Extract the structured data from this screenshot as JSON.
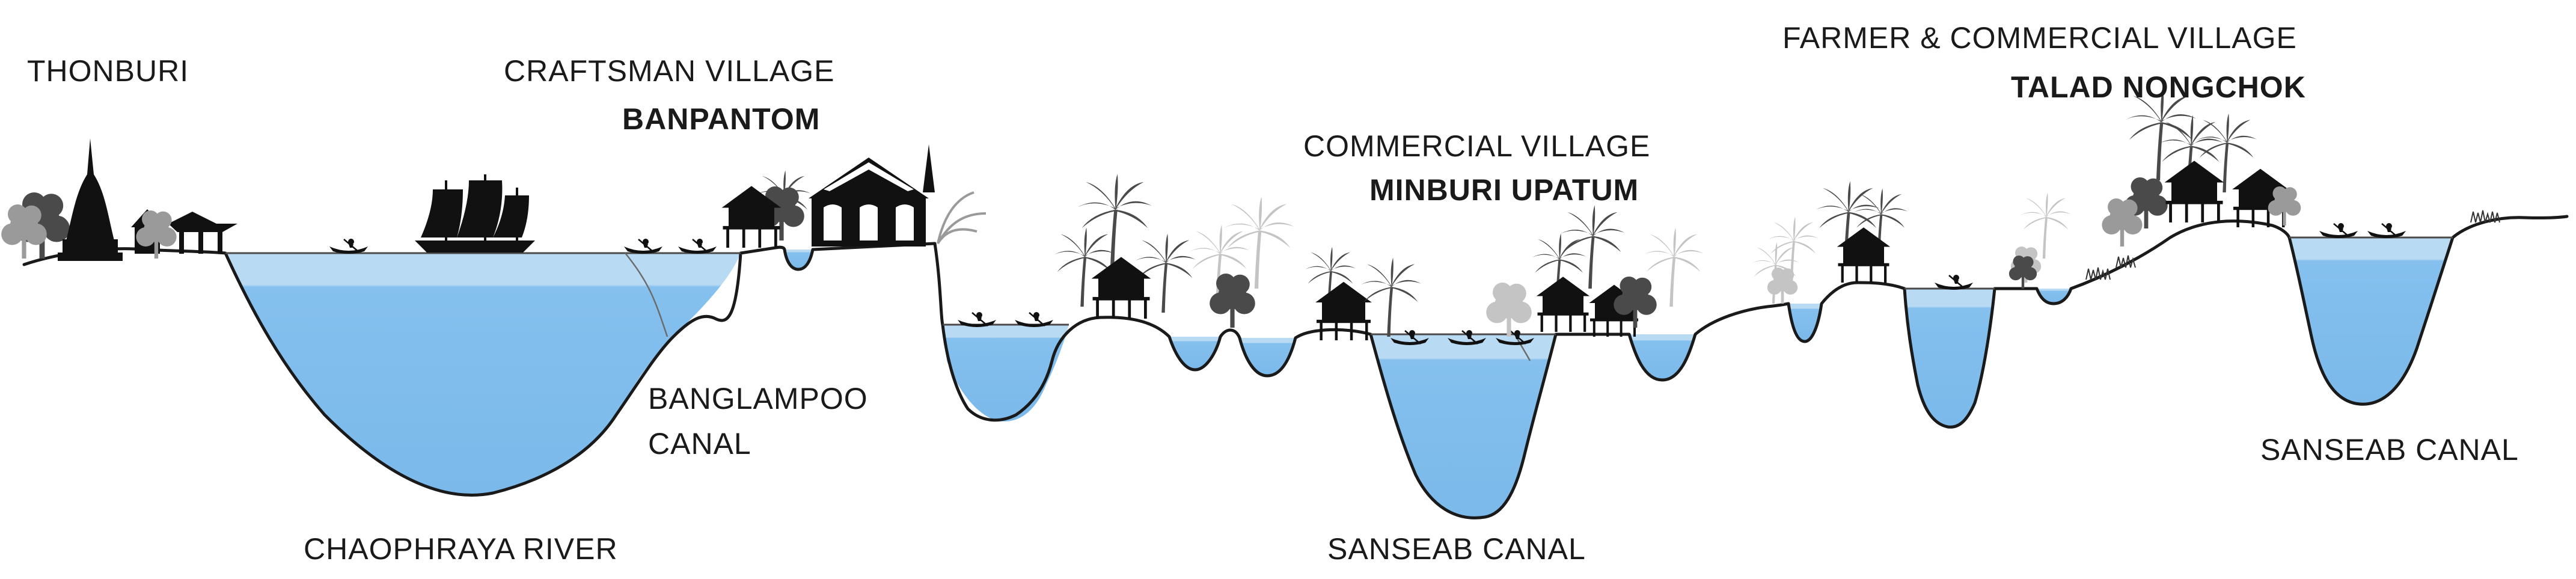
{
  "colors": {
    "water_surface": "#b9daf3",
    "water_deep": "#7dbcec",
    "ink": "#111111",
    "tree_mid": "#4a4a4a",
    "tree_light": "#9a9a9a",
    "tree_pale": "#c4c4c4"
  },
  "labels": {
    "thonburi": "THONBURI",
    "craftsman_village": "CRAFTSMAN VILLAGE",
    "banpantom": "BANPANTOM",
    "banglampoo_line1": "BANGLAMPOO",
    "banglampoo_line2": "CANAL",
    "chaophraya_river": "CHAOPHRAYA  RIVER",
    "commercial_village": "COMMERCIAL VILLAGE",
    "minburi_upatum": "MINBURI UPATUM",
    "sanseab_canal_center": "SANSEAB CANAL",
    "farmer_commercial_village": "FARMER & COMMERCIAL VILLAGE",
    "talad_nongchok": "TALAD NONGCHOK",
    "sanseab_canal_right": "SANSEAB CANAL"
  },
  "icons": [
    "temple-icon",
    "sailing-ship-icon",
    "thai-pavilion-icon",
    "stilt-house-icon",
    "boat-icon",
    "palm-tree-icon",
    "bush-icon"
  ]
}
